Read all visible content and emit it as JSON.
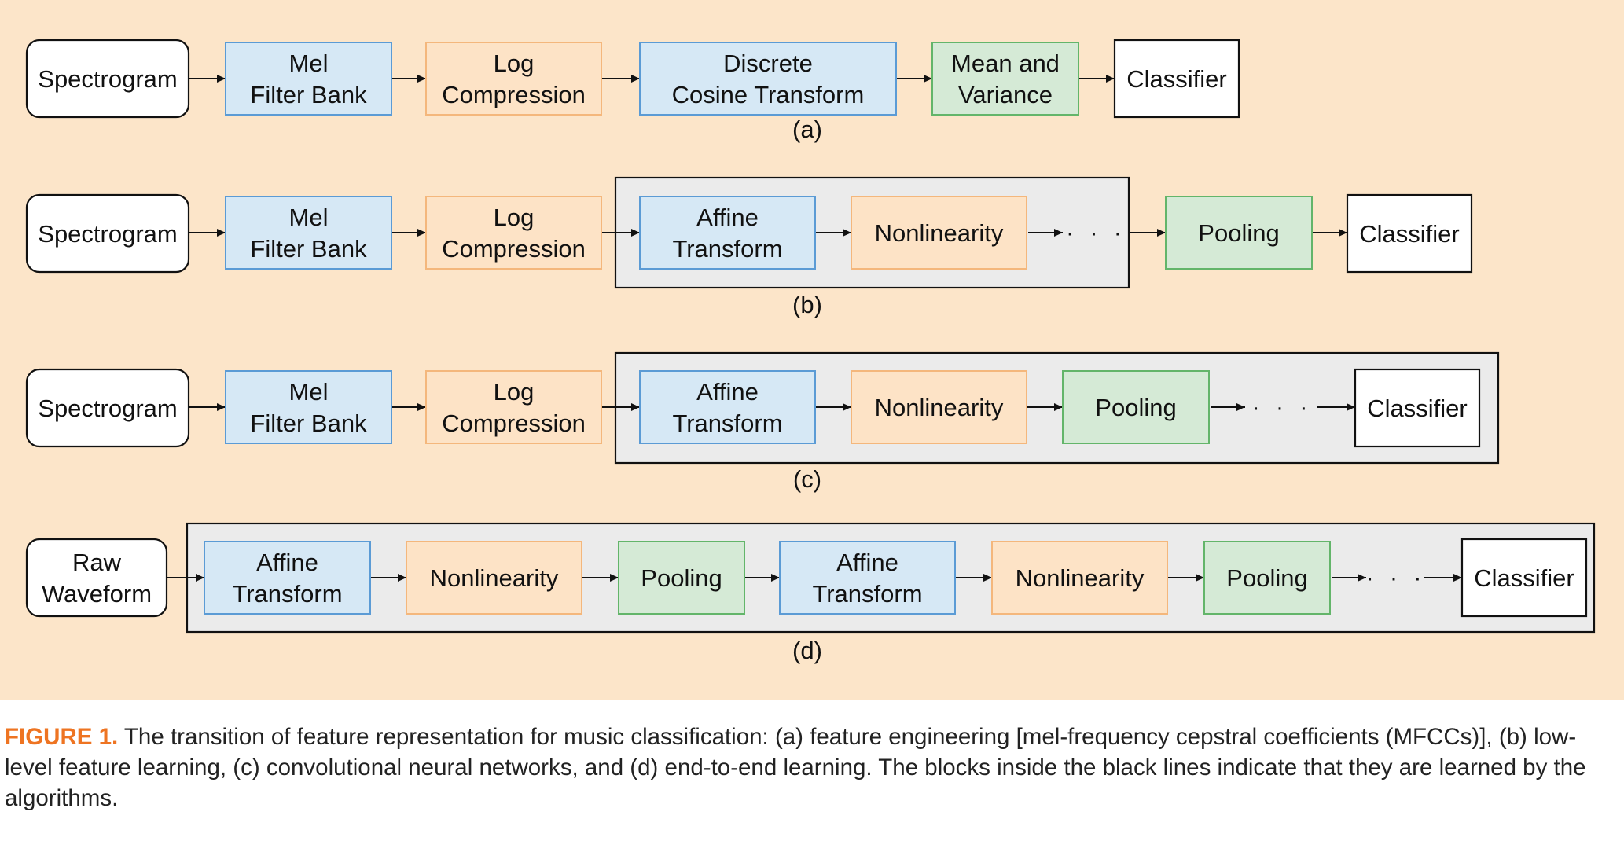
{
  "colors": {
    "panel_bg": "#fce5c9",
    "learned_bg": "#ebebeb",
    "blue_fill": "#d6e8f5",
    "blue_stroke": "#5b9bd5",
    "orange_fill": "#fde3c6",
    "orange_stroke": "#f4b77c",
    "green_fill": "#d5ead6",
    "green_stroke": "#63b56a",
    "white_fill": "#ffffff",
    "black_stroke": "#111111",
    "caption_label": "#ee7422"
  },
  "ellipsis": "· · ·",
  "rows": [
    {
      "label": "(a)",
      "nodes": [
        {
          "id": "a-spectrogram",
          "lines": [
            "Spectrogram"
          ],
          "style": "white",
          "rounded": true
        },
        {
          "id": "a-mel",
          "lines": [
            "Mel",
            "Filter Bank"
          ],
          "style": "blue"
        },
        {
          "id": "a-log",
          "lines": [
            "Log",
            "Compression"
          ],
          "style": "orange"
        },
        {
          "id": "a-dct",
          "lines": [
            "Discrete",
            "Cosine Transform"
          ],
          "style": "blue"
        },
        {
          "id": "a-meanvar",
          "lines": [
            "Mean and",
            "Variance"
          ],
          "style": "green"
        },
        {
          "id": "a-classifier",
          "lines": [
            "Classifier"
          ],
          "style": "white"
        }
      ]
    },
    {
      "label": "(b)",
      "nodes": [
        {
          "id": "b-spectrogram",
          "lines": [
            "Spectrogram"
          ],
          "style": "white",
          "rounded": true
        },
        {
          "id": "b-mel",
          "lines": [
            "Mel",
            "Filter Bank"
          ],
          "style": "blue"
        },
        {
          "id": "b-log",
          "lines": [
            "Log",
            "Compression"
          ],
          "style": "orange"
        },
        {
          "id": "b-affine",
          "lines": [
            "Affine",
            "Transform"
          ],
          "style": "blue"
        },
        {
          "id": "b-nonlin",
          "lines": [
            "Nonlinearity"
          ],
          "style": "orange"
        },
        {
          "id": "b-pooling",
          "lines": [
            "Pooling"
          ],
          "style": "green"
        },
        {
          "id": "b-classifier",
          "lines": [
            "Classifier"
          ],
          "style": "white"
        }
      ]
    },
    {
      "label": "(c)",
      "nodes": [
        {
          "id": "c-spectrogram",
          "lines": [
            "Spectrogram"
          ],
          "style": "white",
          "rounded": true
        },
        {
          "id": "c-mel",
          "lines": [
            "Mel",
            "Filter Bank"
          ],
          "style": "blue"
        },
        {
          "id": "c-log",
          "lines": [
            "Log",
            "Compression"
          ],
          "style": "orange"
        },
        {
          "id": "c-affine",
          "lines": [
            "Affine",
            "Transform"
          ],
          "style": "blue"
        },
        {
          "id": "c-nonlin",
          "lines": [
            "Nonlinearity"
          ],
          "style": "orange"
        },
        {
          "id": "c-pooling",
          "lines": [
            "Pooling"
          ],
          "style": "green"
        },
        {
          "id": "c-classifier",
          "lines": [
            "Classifier"
          ],
          "style": "white"
        }
      ]
    },
    {
      "label": "(d)",
      "nodes": [
        {
          "id": "d-raw",
          "lines": [
            "Raw",
            "Waveform"
          ],
          "style": "white",
          "rounded": true
        },
        {
          "id": "d-affine1",
          "lines": [
            "Affine",
            "Transform"
          ],
          "style": "blue"
        },
        {
          "id": "d-nonlin1",
          "lines": [
            "Nonlinearity"
          ],
          "style": "orange"
        },
        {
          "id": "d-pooling1",
          "lines": [
            "Pooling"
          ],
          "style": "green"
        },
        {
          "id": "d-affine2",
          "lines": [
            "Affine",
            "Transform"
          ],
          "style": "blue"
        },
        {
          "id": "d-nonlin2",
          "lines": [
            "Nonlinearity"
          ],
          "style": "orange"
        },
        {
          "id": "d-pooling2",
          "lines": [
            "Pooling"
          ],
          "style": "green"
        },
        {
          "id": "d-classifier",
          "lines": [
            "Classifier"
          ],
          "style": "white"
        }
      ]
    }
  ],
  "caption": {
    "label": "FIGURE 1.",
    "text": " The transition of feature representation for music classification: (a) feature engineering [mel-frequency cepstral coefficients (MFCCs)], (b) low-level feature learning, (c) convolutional neural networks, and (d) end-to-end learning. The blocks inside the black lines indicate that they are learned by the algorithms."
  }
}
